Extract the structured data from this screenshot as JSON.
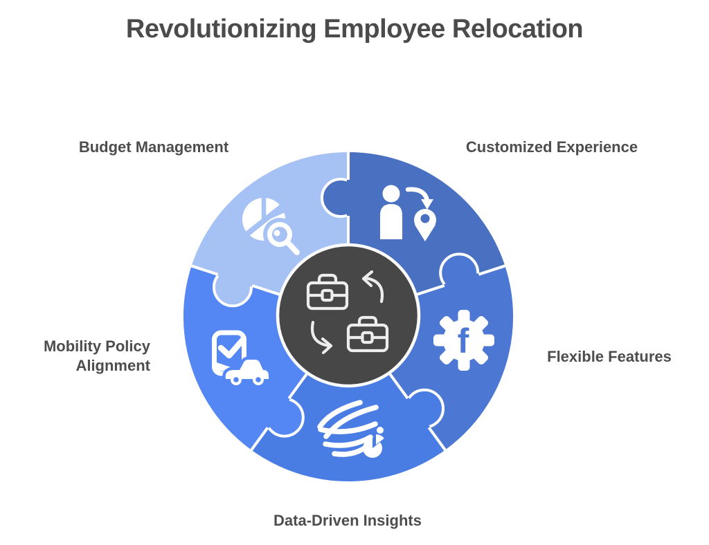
{
  "title": "Revolutionizing Employee Relocation",
  "colors": {
    "background": "#ffffff",
    "title_text": "#4b4b4b",
    "label_text": "#4d4d4d",
    "divider": "#ffffff",
    "center_circle": "#474747",
    "center_icon_stroke": "#ededed",
    "icon": "#ffffff"
  },
  "center": {
    "icon": "briefcase-exchange-icon"
  },
  "segments": [
    {
      "label": "Customized Experience",
      "color": "#4a70c2",
      "icon": "person-location-pin-icon",
      "start_angle": 0
    },
    {
      "label": "Flexible Features",
      "color": "#4c78d4",
      "icon": "gear-f-icon",
      "icon_letter": "f",
      "start_angle": 72
    },
    {
      "label": "Data-Driven Insights",
      "color": "#4a7de4",
      "icon": "data-flow-pie-icon",
      "start_angle": 144
    },
    {
      "label": "Mobility Policy Alignment",
      "color": "#5587f4",
      "icon": "phone-check-car-icon",
      "start_angle": 216
    },
    {
      "label": "Budget Management",
      "color": "#a6c1f4",
      "icon": "pie-chart-magnifier-icon",
      "start_angle": 288
    }
  ]
}
